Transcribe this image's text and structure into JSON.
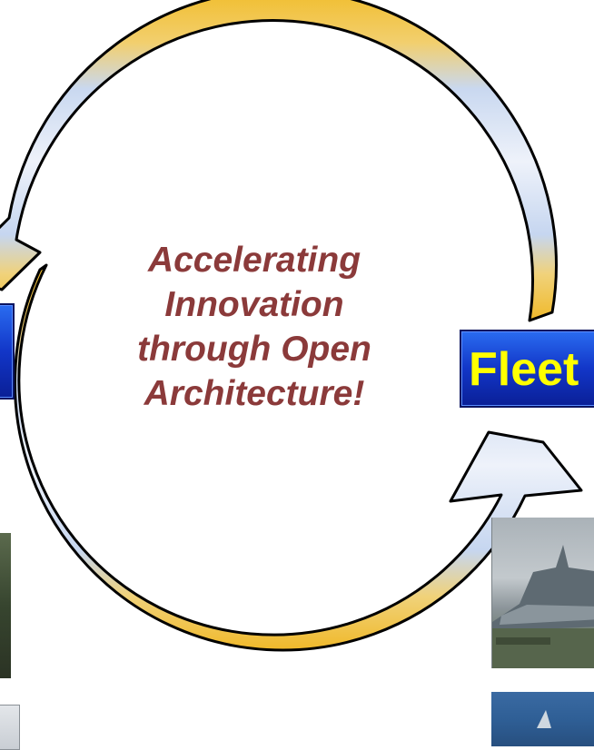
{
  "diagram": {
    "center_text": [
      "Accelerating",
      "Innovation",
      "through Open",
      "Architecture!"
    ],
    "fleet_label": "Fleet",
    "colors": {
      "center_text": "#8b3a3a",
      "label_box": "#1236c8",
      "label_text": "#ffff00",
      "ring_gold": "#f3c23a",
      "ring_blue": "#c5d5ef"
    }
  },
  "photos": {
    "right_top": "ship-photo",
    "right_bottom": "ship-photo",
    "left_top": "photo",
    "left_bottom": "photo"
  }
}
